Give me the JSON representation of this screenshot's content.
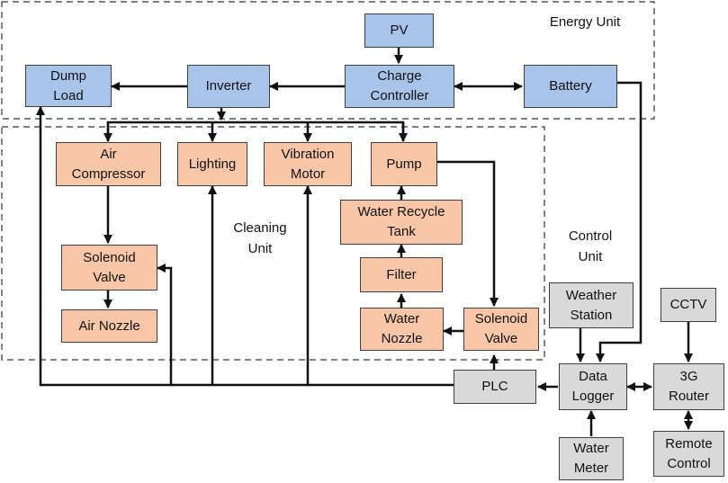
{
  "units": {
    "energy": "Energy Unit",
    "cleaning": "Cleaning\nUnit",
    "control": "Control\nUnit"
  },
  "nodes": {
    "pv": "PV",
    "dump_load": "Dump\nLoad",
    "inverter": "Inverter",
    "charge_controller": "Charge\nController",
    "battery": "Battery",
    "air_compressor": "Air\nCompressor",
    "lighting": "Lighting",
    "vibration_motor": "Vibration\nMotor",
    "pump": "Pump",
    "solenoid_valve_air": "Solenoid\nValve",
    "air_nozzle": "Air Nozzle",
    "water_recycle_tank": "Water Recycle\nTank",
    "filter": "Filter",
    "water_nozzle": "Water\nNozzle",
    "solenoid_valve_water": "Solenoid\nValve",
    "plc": "PLC",
    "data_logger": "Data\nLogger",
    "weather_station": "Weather\nStation",
    "cctv": "CCTV",
    "router_3g": "3G\nRouter",
    "water_meter": "Water\nMeter",
    "remote_control": "Remote\nControl"
  },
  "colors": {
    "energy_fill": "#a9c4ea",
    "cleaning_fill": "#f9c7a8",
    "control_fill": "#d9d9d9",
    "line": "#111111"
  }
}
